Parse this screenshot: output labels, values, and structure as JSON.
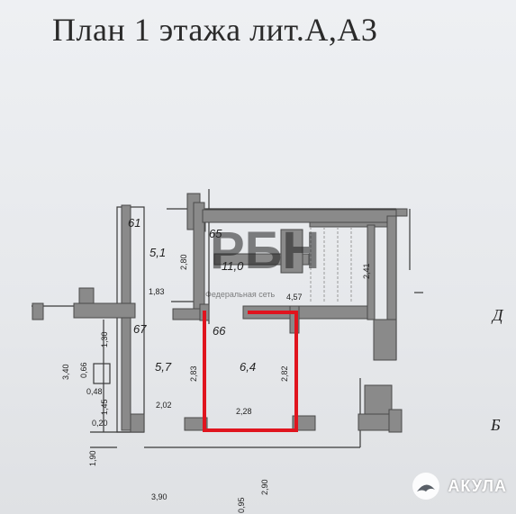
{
  "title": "План 1 этажа лит.А,А3",
  "rooms": [
    {
      "id": "61",
      "label": "61"
    },
    {
      "id": "65",
      "label": "65"
    },
    {
      "id": "66",
      "label": "66"
    },
    {
      "id": "67",
      "label": "67"
    }
  ],
  "areas": {
    "a51": "5,1",
    "a110": "11,0",
    "a57": "5,7",
    "a64": "6,4"
  },
  "dimensions": {
    "d280": "2,80",
    "d183": "1,83",
    "d457": "4,57",
    "d241": "2,41",
    "d130": "1,30",
    "d340": "3,40",
    "d066": "0,66",
    "d048": "0,48",
    "d145": "1,45",
    "d020": "0,20",
    "d202": "2,02",
    "d283": "2,83",
    "d282": "2,82",
    "d228": "2,28",
    "d190": "1,90",
    "d390": "3,90",
    "d095": "0,95",
    "d290": "2,90"
  },
  "axes": {
    "d": "Д",
    "b": "Б"
  },
  "watermark": {
    "logo": "РБН",
    "text": "Федеральная сеть"
  },
  "brand": {
    "name": "АКУЛА",
    "icon": "shark-icon"
  },
  "colors": {
    "highlight": "#e0141e",
    "watermark": "#f08a95",
    "walls": "#8a8a8a",
    "lines": "#3a3a3a"
  }
}
